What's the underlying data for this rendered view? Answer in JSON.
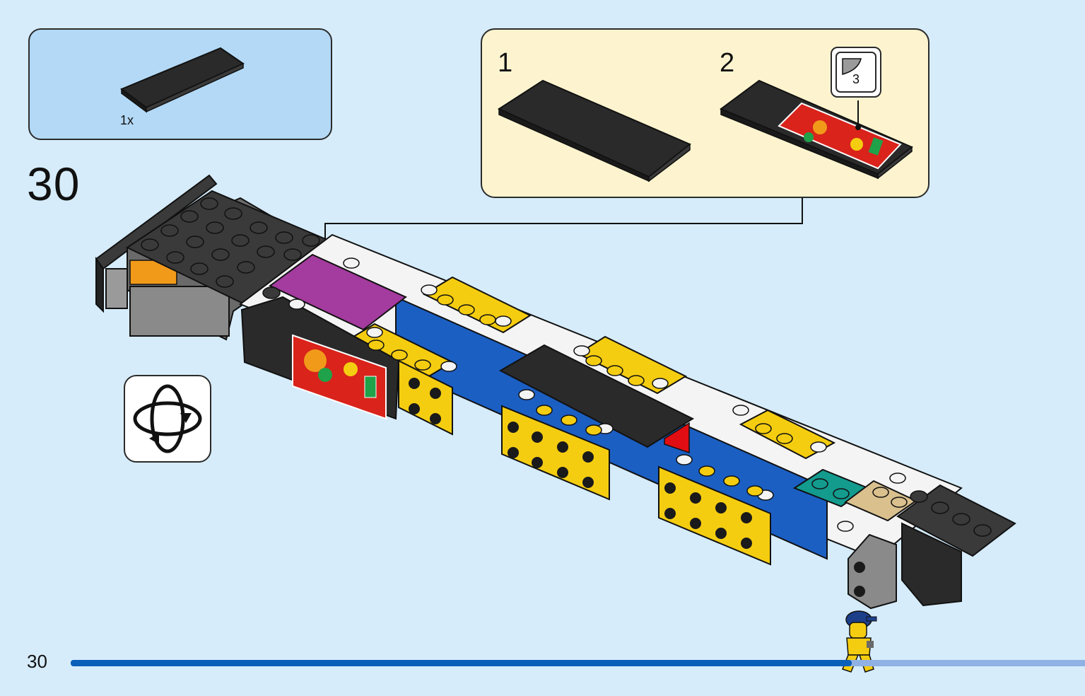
{
  "parts_list": {
    "quantity": "1x",
    "part_color": "#2a2a2a"
  },
  "step": {
    "number": "30"
  },
  "sub_assembly": {
    "steps": [
      {
        "label": "1"
      },
      {
        "label": "2"
      }
    ],
    "sticker_number": "3"
  },
  "icons": [
    "tile-2x6-icon",
    "sticker-icon",
    "rotate-model-icon",
    "minifigure-icon"
  ],
  "page": {
    "number": "30",
    "progress": 0.77
  },
  "colors": {
    "background": "#d6ecfb",
    "parts_box": "#b3d9f6",
    "subassembly_box": "#fdf4cf",
    "progress_done": "#0a5fb8",
    "progress_remaining": "#8fb1e4",
    "brick_yellow": "#f5cd10",
    "brick_blue": "#1b5fc3",
    "brick_black": "#2a2a2a",
    "brick_white": "#f4f4f4",
    "brick_magenta": "#a43b9e",
    "brick_teal": "#139b8e",
    "brick_tan": "#d9c08d",
    "brick_red": "#e00d12"
  }
}
